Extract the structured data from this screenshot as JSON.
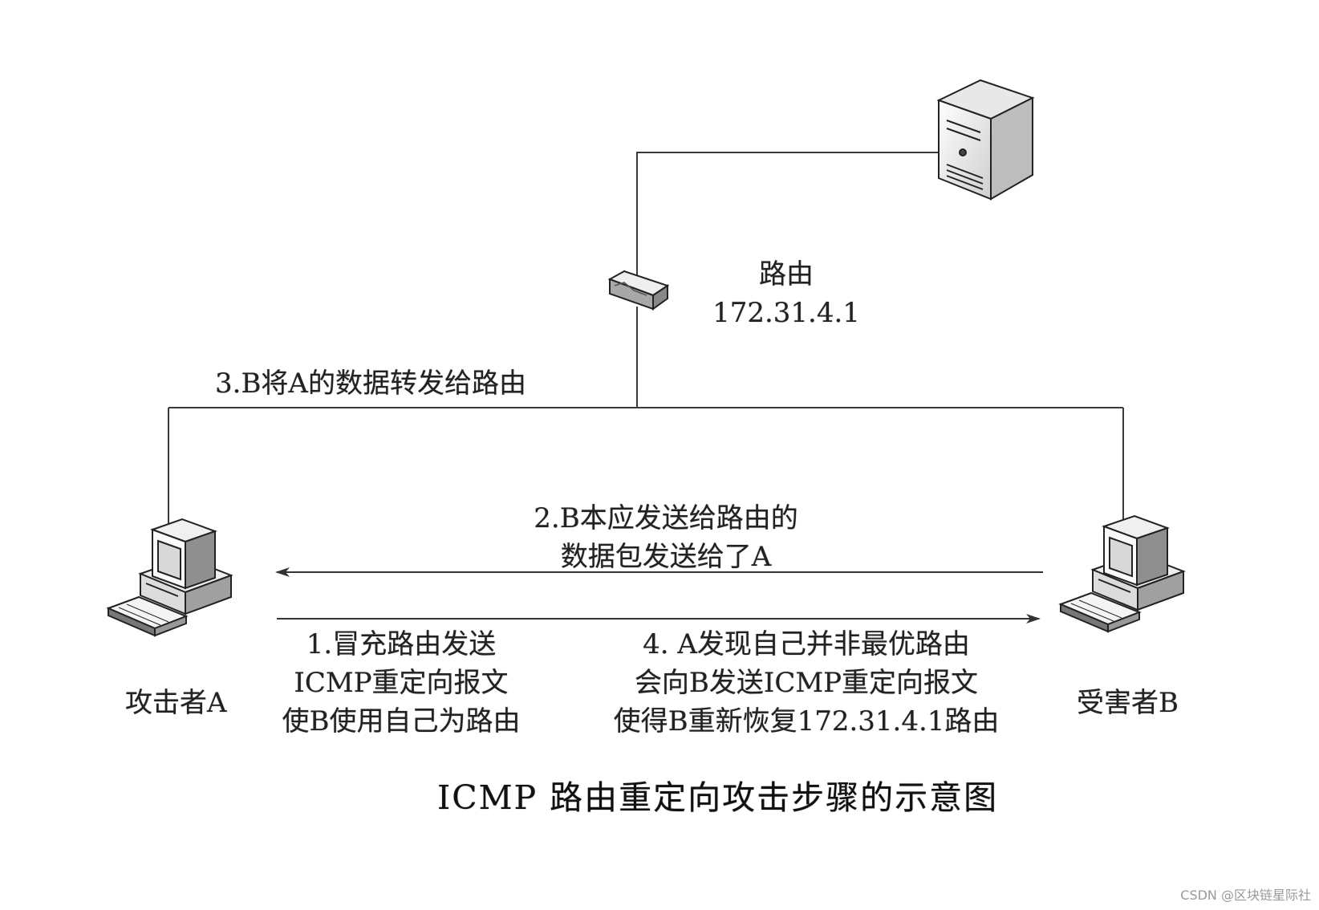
{
  "labels": {
    "router_name": "路由",
    "router_ip": "172.31.4.1",
    "attacker": "攻击者A",
    "victim": "受害者B",
    "step1_line1": "1.冒充路由发送",
    "step1_line2": "ICMP重定向报文",
    "step1_line3": "使B使用自己为路由",
    "step2_line1": "2.B本应发送给路由的",
    "step2_line2": "数据包发送给了A",
    "step3": "3.B将A的数据转发给路由",
    "step4_line1": "4. A发现自己并非最优路由",
    "step4_line2": "会向B发送ICMP重定向报文",
    "step4_line3": "使得B重新恢复172.31.4.1路由"
  },
  "caption": "ICMP 路由重定向攻击步骤的示意图",
  "watermark": "CSDN @区块链星际社",
  "colors": {
    "line": "#3a3a3a",
    "arrow": "#333333",
    "device_fill": "#f2f2f2",
    "device_stroke": "#222222"
  }
}
